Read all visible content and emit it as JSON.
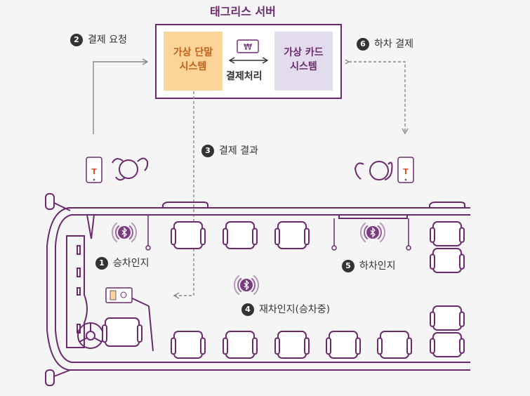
{
  "server": {
    "title": "태그리스 서버",
    "terminal_system": "가상 단말\n시스템",
    "card_system": "가상 카드\n시스템",
    "processing_label": "결제처리",
    "currency_symbol": "₩"
  },
  "steps": [
    {
      "num": "1",
      "label": "승차인지"
    },
    {
      "num": "2",
      "label": "결제 요청"
    },
    {
      "num": "3",
      "label": "결제 결과"
    },
    {
      "num": "4",
      "label": "재차인지(승차중)"
    },
    {
      "num": "5",
      "label": "하차인지"
    },
    {
      "num": "6",
      "label": "하차 결제"
    }
  ],
  "phone_logo": "T",
  "colors": {
    "frame": "#6b2a6e",
    "terminal_bg": "#fbd49a",
    "card_bg": "#e2dcec",
    "terminal_text": "#c0611a",
    "card_text": "#6b2a6e",
    "bluetooth": "#7a3b80"
  }
}
